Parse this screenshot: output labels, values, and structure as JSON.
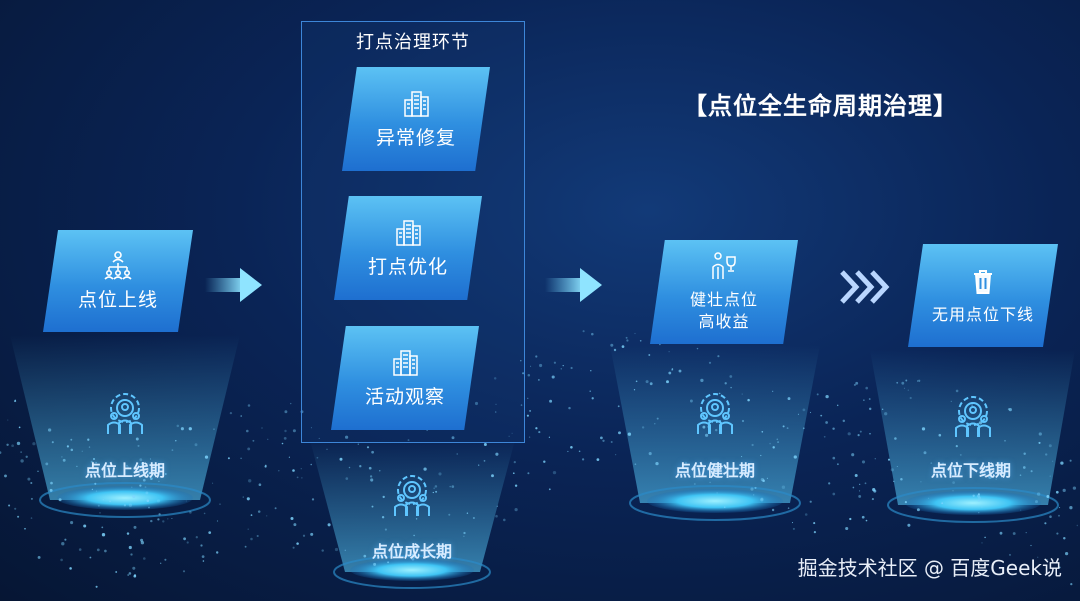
{
  "title": "【点位全生命周期治理】",
  "group_title": "打点治理环节",
  "cards": {
    "launch": "点位上线",
    "repair": "异常修复",
    "optimize": "打点优化",
    "observe": "活动观察",
    "healthy_line1": "健壮点位",
    "healthy_line2": "高收益",
    "offline": "无用点位下线"
  },
  "stages": {
    "launch": "点位上线期",
    "growth": "点位成长期",
    "healthy": "点位健壮期",
    "offline": "点位下线期"
  },
  "icons": {
    "launch": "team-hierarchy-icon",
    "repair": "buildings-icon",
    "optimize": "buildings-icon",
    "observe": "buildings-icon",
    "healthy": "trophy-person-icon",
    "offline": "trash-icon",
    "stage": "gear-people-icon"
  },
  "colors": {
    "background": "#0a2456",
    "card": "#3aa0ea",
    "glow": "#4fd2ff",
    "border": "#3d86d8"
  },
  "watermark": "掘金技术社区 @ 百度Geek说"
}
